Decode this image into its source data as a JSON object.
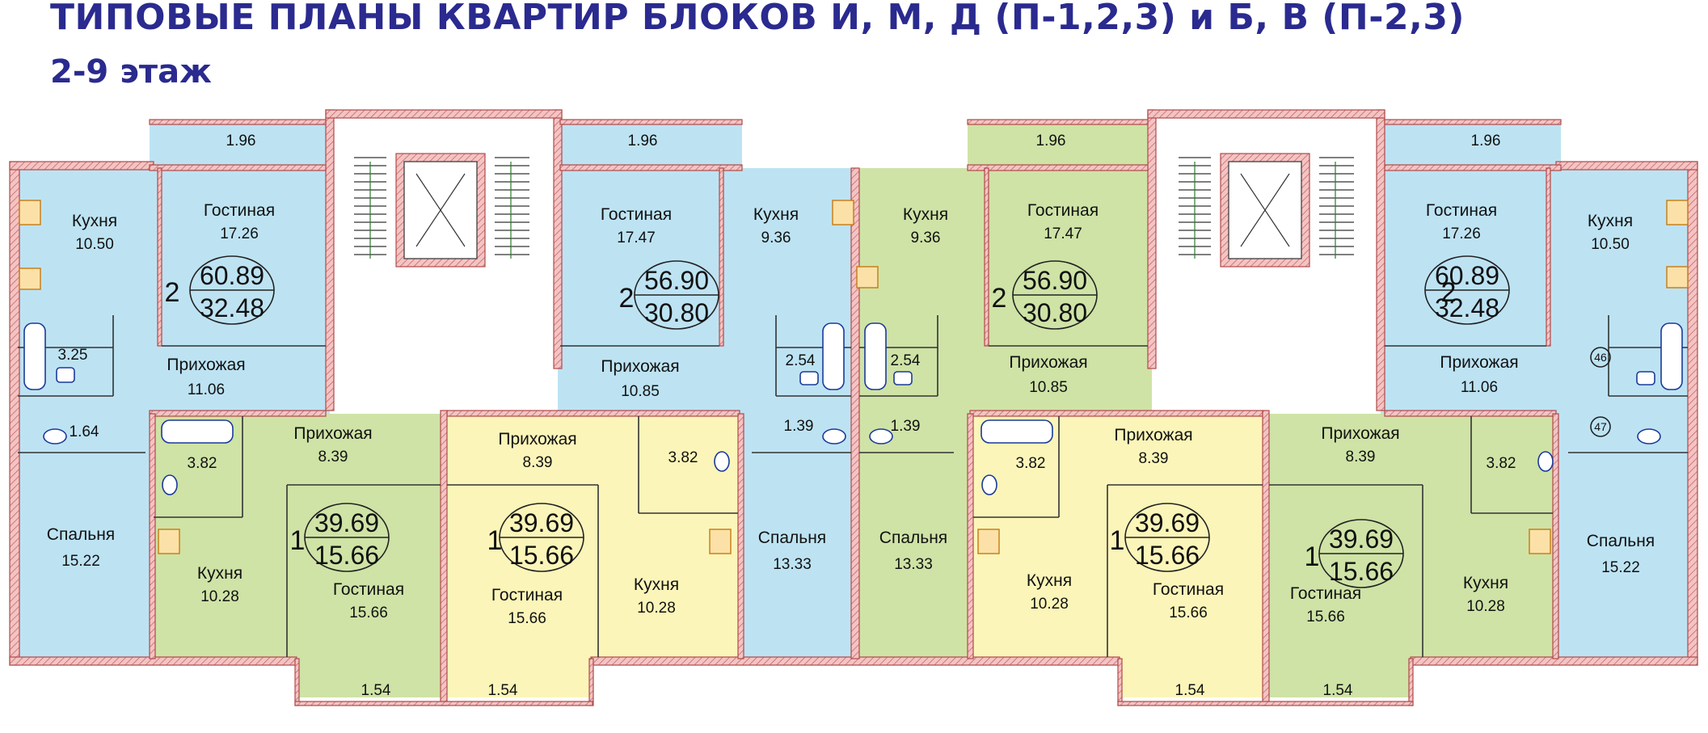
{
  "title": "ТИПОВЫЕ ПЛАНЫ КВАРТИР БЛОКОВ И, М, Д (П-1,2,3) и Б, В (П-2,3)",
  "subtitle": "2-9 этаж",
  "colors": {
    "blue": "#bde3f3",
    "green": "#cfe3a6",
    "yellow": "#fbf5b9",
    "wall": "#e8a8a8",
    "wallStroke": "#b04a4a",
    "fixture": "#1a3a9a",
    "title": "#2a2a8f"
  },
  "labels": {
    "balcony_left_1": "1.96",
    "balcony_left_2": "1.96",
    "balcony_right_1": "1.96",
    "balcony_right_2": "1.96",
    "bottom_balcony_1": "1.54",
    "bottom_balcony_2": "1.54",
    "bottom_balcony_3": "1.54",
    "bottom_balcony_4": "1.54",
    "a1": {
      "kitchen": "Кухня",
      "kitchen_area": "10.50",
      "living": "Гостиная",
      "living_area": "17.26",
      "rooms": "2",
      "total": "60.89",
      "living_total": "32.48",
      "bath": "3.25",
      "hall": "Прихожая",
      "hall_area": "11.06",
      "wc": "1.64",
      "bedroom": "Спальня",
      "bedroom_area": "15.22"
    },
    "a2": {
      "living": "Гостиная",
      "living_area": "17.47",
      "kitchen": "Кухня",
      "kitchen_area": "9.36",
      "rooms": "2",
      "total": "56.90",
      "living_total": "30.80",
      "hall": "Прихожая",
      "hall_area": "10.85",
      "bath": "2.54",
      "wc": "1.39",
      "bedroom": "Спальня",
      "bedroom_area": "13.33"
    },
    "a3": {
      "kitchen": "Кухня",
      "kitchen_area": "9.36",
      "living": "Гостиная",
      "living_area": "17.47",
      "rooms": "2",
      "total": "56.90",
      "living_total": "30.80",
      "hall": "Прихожая",
      "hall_area": "10.85",
      "bath": "2.54",
      "wc": "1.39",
      "bedroom": "Спальня",
      "bedroom_area": "13.33"
    },
    "a4": {
      "living": "Гостиная",
      "living_area": "17.26",
      "kitchen": "Кухня",
      "kitchen_area": "10.50",
      "rooms": "2",
      "total": "60.89",
      "living_total": "32.48",
      "hall": "Прихожая",
      "hall_area": "11.06",
      "bath_no": "46",
      "wc_no": "47",
      "bedroom": "Спальня",
      "bedroom_area": "15.22"
    },
    "b1": {
      "hall": "Прихожая",
      "hall_area": "8.39",
      "bath": "3.82",
      "rooms": "1",
      "total": "39.69",
      "living_total": "15.66",
      "kitchen": "Кухня",
      "kitchen_area": "10.28",
      "living": "Гостиная",
      "living_area": "15.66"
    },
    "b2": {
      "hall": "Прихожая",
      "hall_area": "8.39",
      "bath": "3.82",
      "rooms": "1",
      "total": "39.69",
      "living_total": "15.66",
      "living": "Гостиная",
      "living_area": "15.66",
      "kitchen": "Кухня",
      "kitchen_area": "10.28"
    },
    "b3": {
      "bath": "3.82",
      "hall": "Прихожая",
      "hall_area": "8.39",
      "kitchen": "Кухня",
      "kitchen_area": "10.28",
      "rooms": "1",
      "total": "39.69",
      "living_total": "15.66",
      "living": "Гостиная",
      "living_area": "15.66"
    },
    "b4": {
      "hall": "Прихожая",
      "hall_area": "8.39",
      "bath": "3.82",
      "rooms": "1",
      "total": "39.69",
      "living_total": "15.66",
      "living": "Гостиная",
      "living_area": "15.66",
      "kitchen": "Кухня",
      "kitchen_area": "10.28"
    }
  }
}
